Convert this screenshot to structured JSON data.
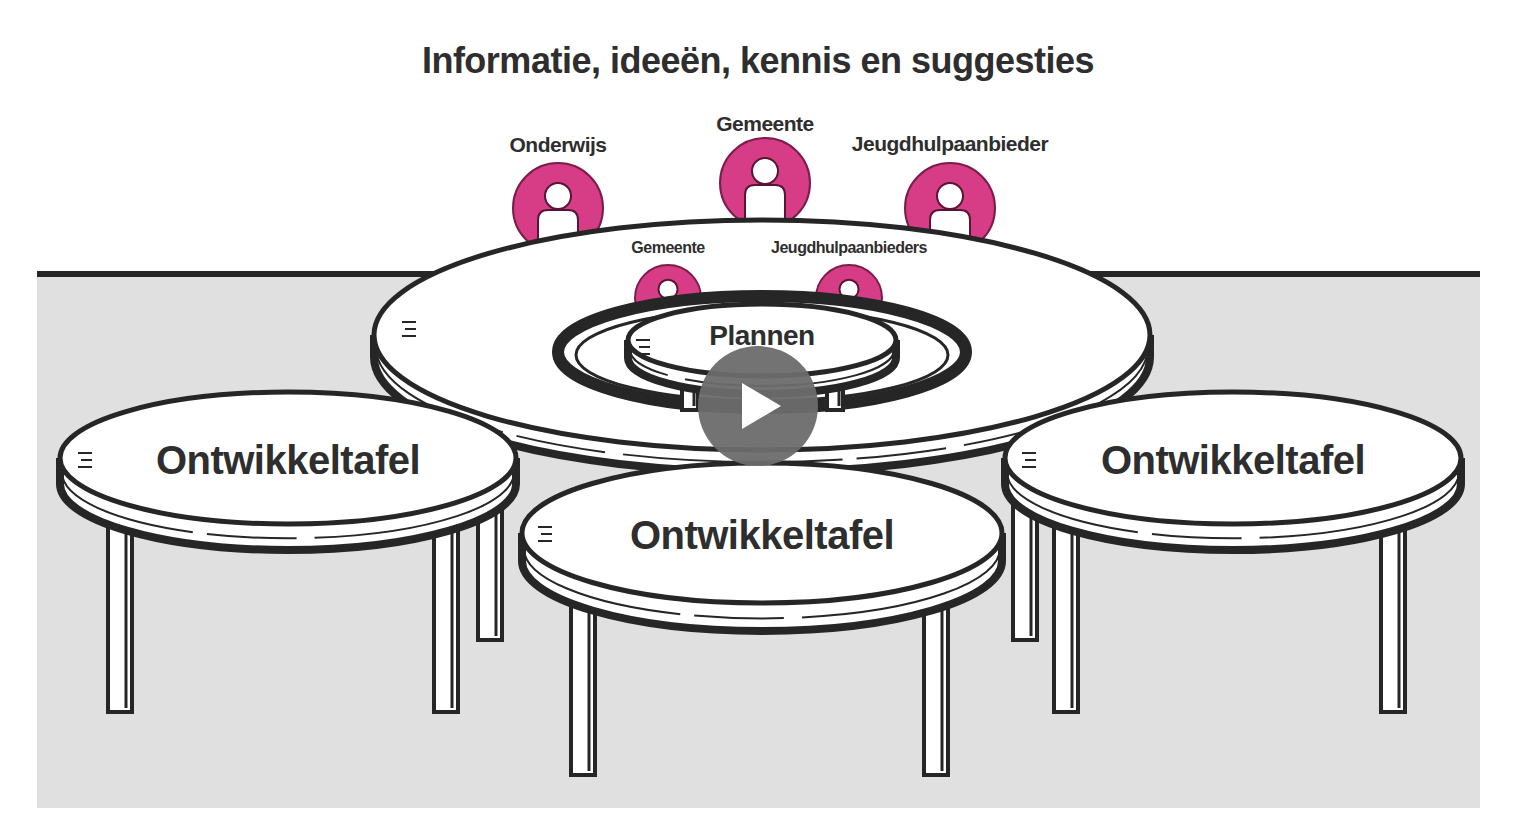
{
  "diagram": {
    "title": "Informatie, ideeën, kennis en suggesties",
    "nodes": [
      {
        "text": [
          "Onderwijs"
        ]
      },
      {
        "text": [
          "Gemeente"
        ]
      },
      {
        "text": [
          "Jeugdhulpaanbieder"
        ]
      },
      {
        "text": [
          "Gemeente"
        ]
      },
      {
        "text": [
          "Jeugdhulpaanbieders"
        ]
      },
      {
        "text": [
          "Plannen"
        ]
      },
      {
        "text": [
          "Ontwikkeltafel"
        ]
      },
      {
        "text": [
          "Ontwikkeltafel"
        ]
      },
      {
        "text": [
          "Ontwikkeltafel"
        ]
      }
    ]
  }
}
